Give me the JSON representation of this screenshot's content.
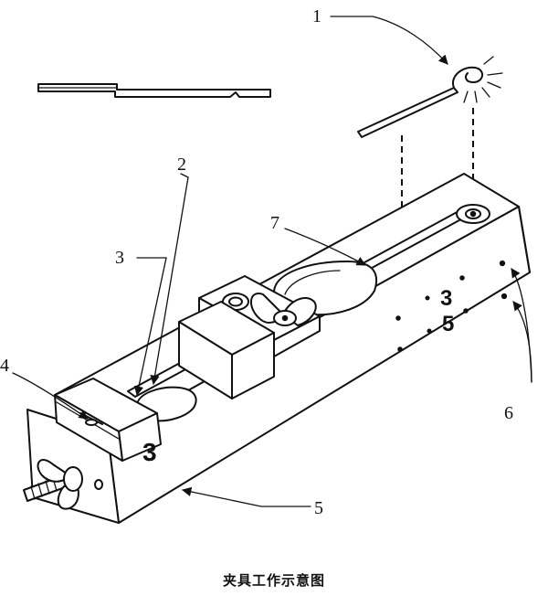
{
  "caption": "夹具工作示意图",
  "callouts": [
    "1",
    "2",
    "3",
    "4",
    "5",
    "6",
    "7"
  ],
  "stamps": {
    "front_block": "3",
    "side_top": "3",
    "side_bottom": "5"
  }
}
